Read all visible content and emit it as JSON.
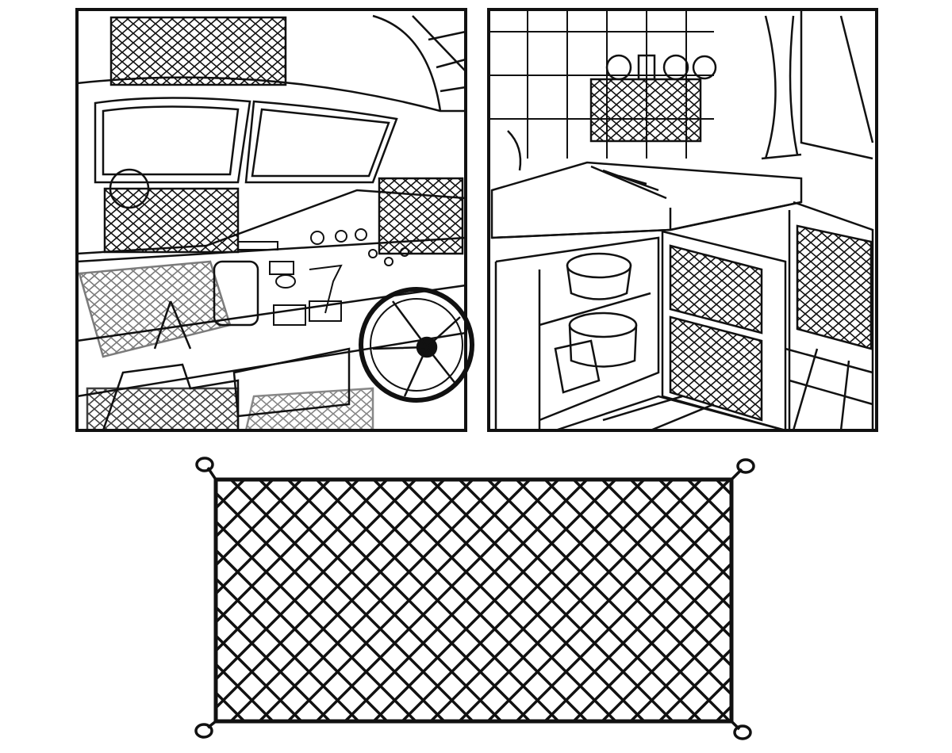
{
  "colors": {
    "ink": "#111111",
    "paper": "#ffffff"
  },
  "panels": [
    {
      "scene": "vehicle-cockpit",
      "icon": "cargo-net-icon"
    },
    {
      "scene": "kitchen-cabinets",
      "icon": "cargo-net-icon"
    }
  ],
  "product": {
    "icon": "cargo-net-icon",
    "corner_loops": 4
  }
}
